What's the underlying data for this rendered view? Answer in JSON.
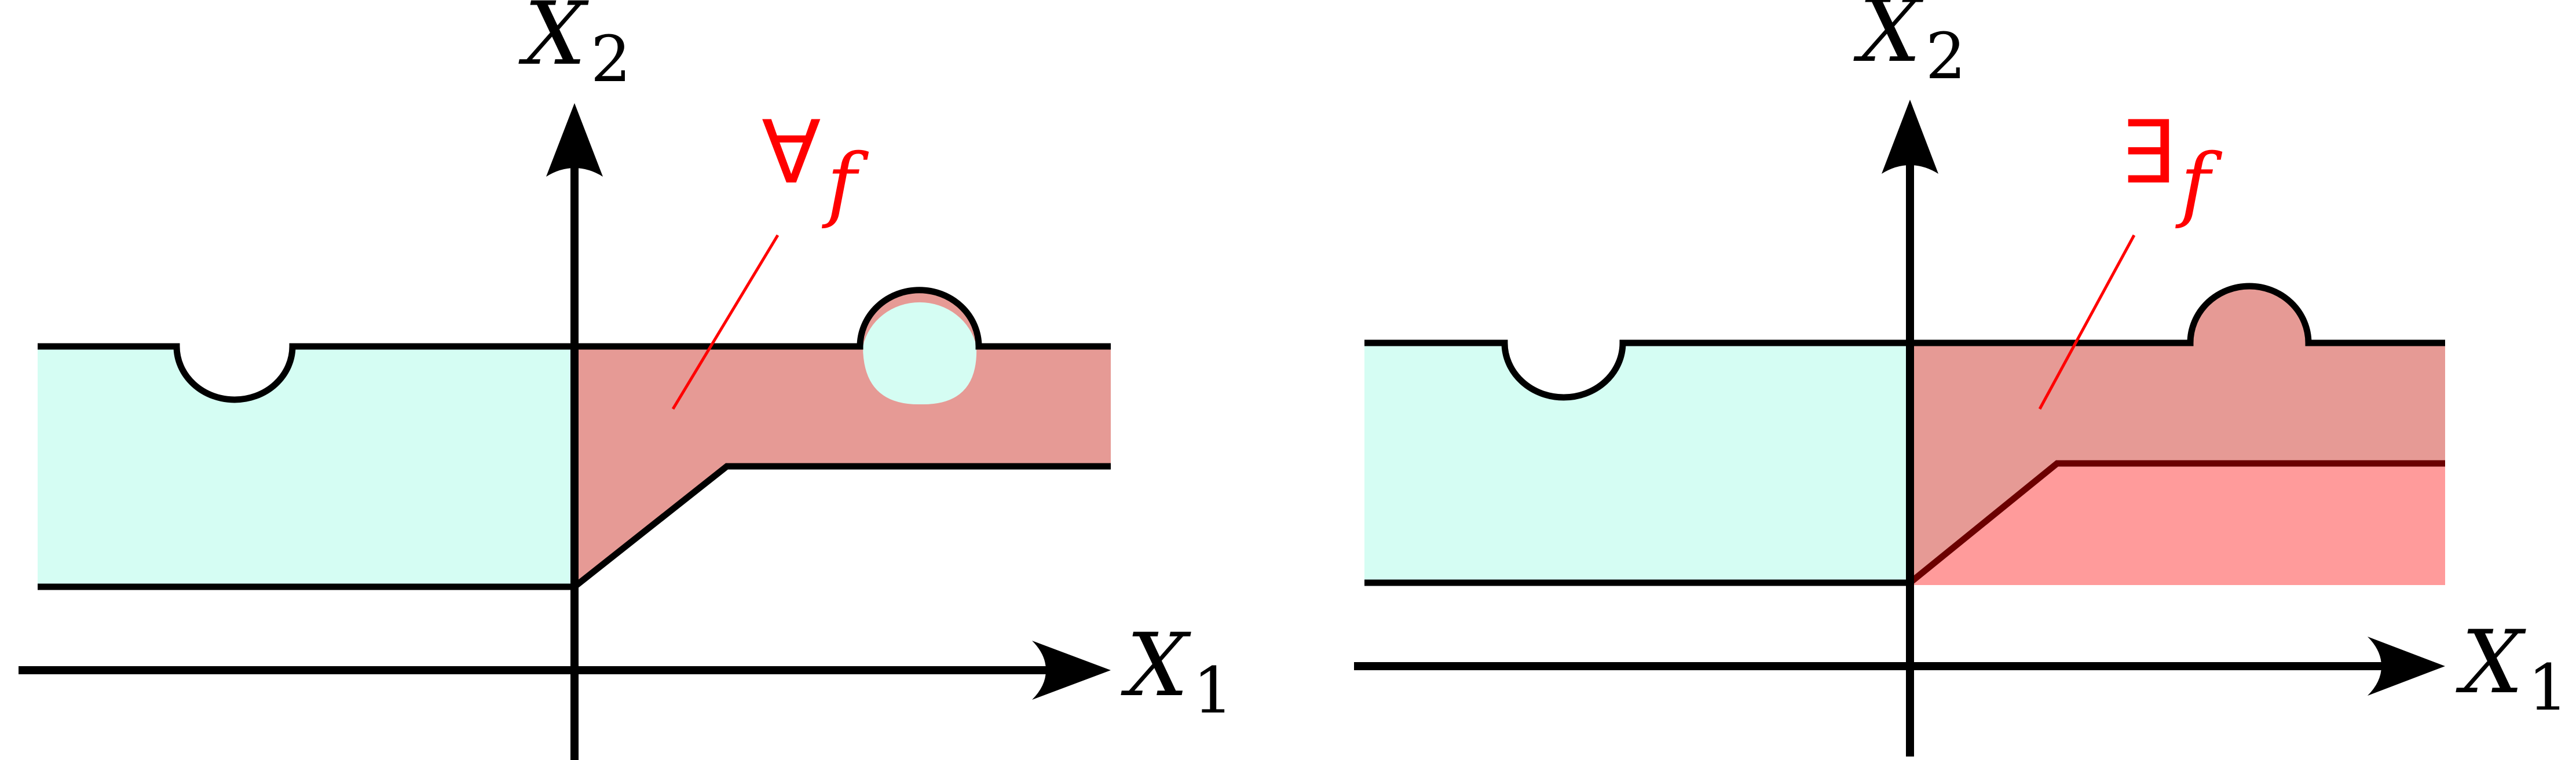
{
  "colors": {
    "cyan_region": "#d5fdf3",
    "red_region": "#e69a95",
    "pink_region": "#ff9b9b",
    "outline": "#000000",
    "dark_red_line": "#6b0000",
    "annotation": "#ff0000",
    "background": "#ffffff"
  },
  "left_panel": {
    "y_axis": {
      "letter": "X",
      "subscript": "2"
    },
    "x_axis": {
      "letter": "X",
      "subscript": "1"
    },
    "operator": {
      "symbol": "∀",
      "subscript": "f"
    }
  },
  "right_panel": {
    "y_axis": {
      "letter": "X",
      "subscript": "2"
    },
    "x_axis": {
      "letter": "X",
      "subscript": "1"
    },
    "operator": {
      "symbol": "∃",
      "subscript": "f"
    }
  }
}
